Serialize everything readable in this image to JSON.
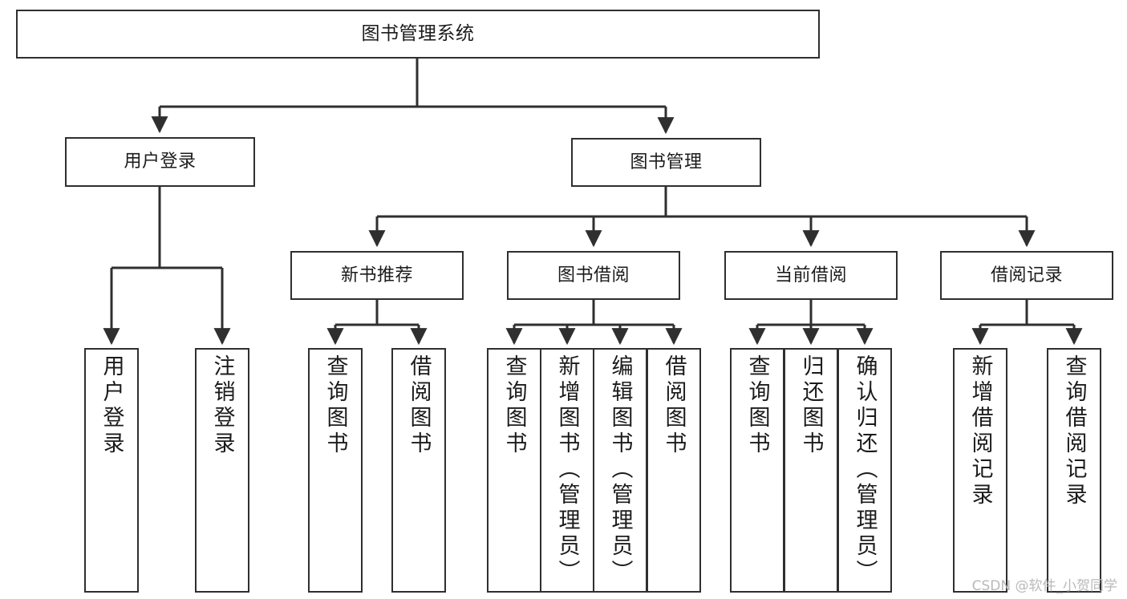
{
  "diagram": {
    "title": "图书管理系统",
    "type": "function-hierarchy-tree",
    "watermark": "CSDN @软件_小贺同学",
    "colors": {
      "stroke": "#2f2f2f",
      "background": "#ffffff",
      "text": "#1b1b1b",
      "watermark": "#b9b9b9"
    },
    "root": {
      "label": "图书管理系统"
    },
    "level1": [
      {
        "label": "用户登录"
      },
      {
        "label": "图书管理"
      }
    ],
    "level2": [
      {
        "label": "新书推荐"
      },
      {
        "label": "图书借阅"
      },
      {
        "label": "当前借阅"
      },
      {
        "label": "借阅记录"
      }
    ],
    "leaves": {
      "user_login": [
        {
          "label": "用户登录"
        },
        {
          "label": "注销登录"
        }
      ],
      "new_book_recommend": [
        {
          "label": "查询图书"
        },
        {
          "label": "借阅图书"
        }
      ],
      "book_borrow": [
        {
          "label": "查询图书"
        },
        {
          "label": "新增图书（管理员）"
        },
        {
          "label": "编辑图书（管理员）"
        },
        {
          "label": "借阅图书"
        }
      ],
      "current_borrow": [
        {
          "label": "查询图书"
        },
        {
          "label": "归还图书"
        },
        {
          "label": "确认归还（管理员）"
        }
      ],
      "borrow_record": [
        {
          "label": "新增借阅记录"
        },
        {
          "label": "查询借阅记录"
        }
      ]
    }
  }
}
